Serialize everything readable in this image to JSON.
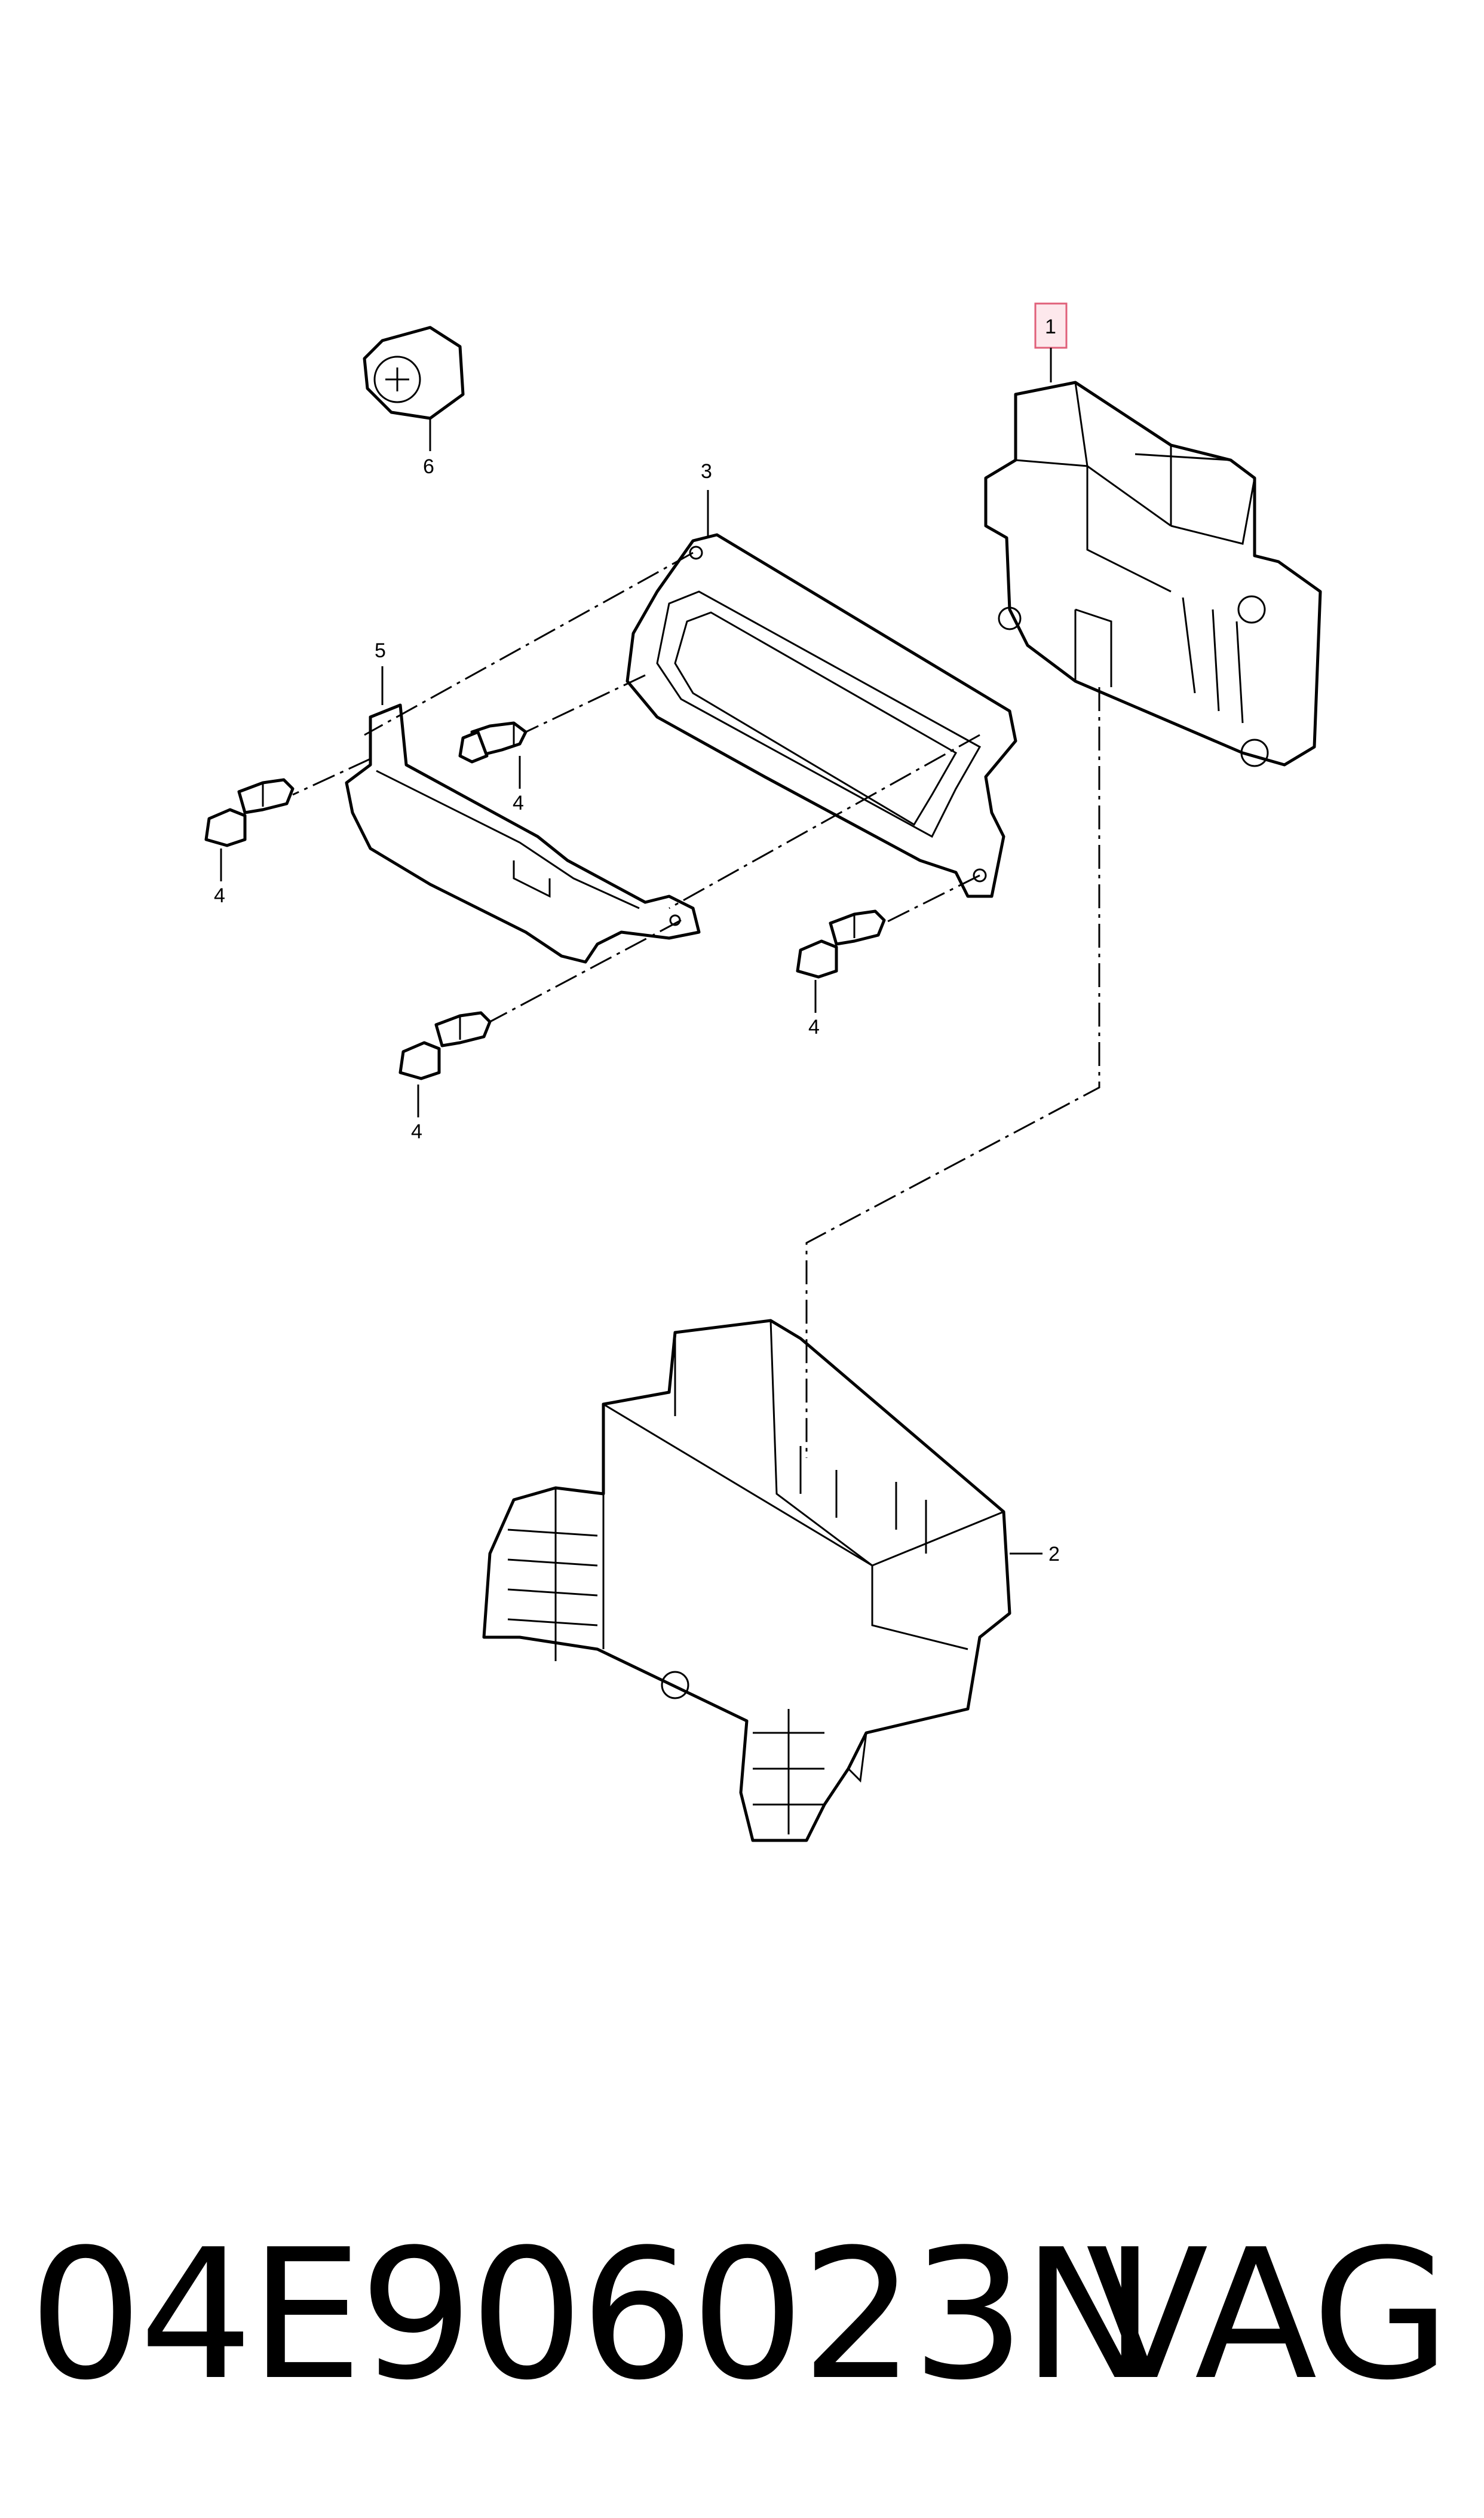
{
  "callouts": {
    "c1": "1",
    "c2": "2",
    "c3": "3",
    "c4a": "4",
    "c4b": "4",
    "c4c": "4",
    "c4d": "4",
    "c5": "5",
    "c6": "6"
  },
  "caption": {
    "part_number": "04E906023N",
    "brand": "VAG"
  },
  "colors": {
    "highlight_border": "#e0607a",
    "highlight_fill": "#fde8ec"
  }
}
